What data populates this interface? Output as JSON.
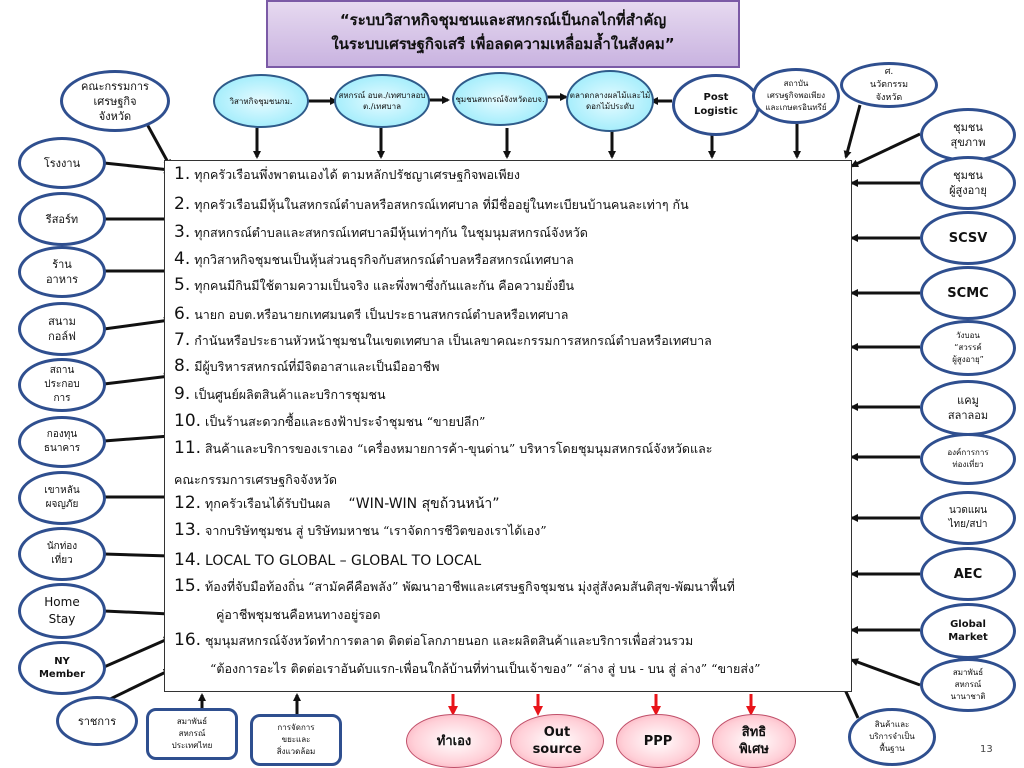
{
  "title": {
    "line1": "“ระบบวิสาหกิจชุมชนและสหกรณ์เป็นกลไกที่สำคัญ",
    "line2": "ในระบบเศรษฐกิจเสรี เพื่อลดความเหลื่อมล้ำในสังคม”"
  },
  "top_chain": [
    {
      "l1": "วิสาหกิจชุมชน",
      "l2": "กม."
    },
    {
      "l1": "สหกรณ์ อบต./",
      "l2": "เทศบาล",
      "l3": "อบต./เทศบาล"
    },
    {
      "l1": "ชุมชนสหกรณ์",
      "l2": "จังหวัด",
      "l3": "อบจ."
    },
    {
      "l1": "ตลาดกลาง",
      "l2": "ผลไม้และ",
      "l3": "ไม้ดอก",
      "l4": "ไม้ประดับ"
    }
  ],
  "top_right": {
    "post": {
      "l1": "Post",
      "l2": "Logistic"
    },
    "institute": {
      "l1": "สถาบัน",
      "l2": "เศรษฐกิจพอเพียง",
      "l3": "และเกษตรอินทรีย์"
    },
    "culture": {
      "l1": "ศ.",
      "l2": "นวัตกรรม",
      "l3": "จังหวัด"
    }
  },
  "left_nodes": [
    {
      "l1": "คณะกรรมการ",
      "l2": "เศรษฐกิจ",
      "l3": "จังหวัด"
    },
    {
      "l1": "โรงงาน"
    },
    {
      "l1": "รีสอร์ท"
    },
    {
      "l1": "ร้าน",
      "l2": "อาหาร"
    },
    {
      "l1": "สนาม",
      "l2": "กอล์ฟ"
    },
    {
      "l1": "สถาน",
      "l2": "ประกอบ",
      "l3": "การ"
    },
    {
      "l1": "กองทุน",
      "l2": "ธนาคาร"
    },
    {
      "l1": "เขาหลัน",
      "l2": "ผจญภัย"
    },
    {
      "l1": "นักท่อง",
      "l2": "เที่ยว"
    },
    {
      "l1": "Home",
      "l2": "Stay"
    },
    {
      "l1": "NY",
      "l2": "Member"
    },
    {
      "l1": "ราชการ"
    }
  ],
  "right_nodes": [
    {
      "l1": "ชุมชน",
      "l2": "สุขภาพ"
    },
    {
      "l1": "ชุมชน",
      "l2": "ผู้สูงอายุ"
    },
    {
      "l1": "SCSV"
    },
    {
      "l1": "SCMC"
    },
    {
      "l1": "วังบอน",
      "l2": "“สวรรค์",
      "l3": "ผู้สูงอายุ”"
    },
    {
      "l1": "แคมู",
      "l2": "สลาลอม"
    },
    {
      "l1": "องค์การการ",
      "l2": "ท่องเที่ยว"
    },
    {
      "l1": "นวดแผน",
      "l2": "ไทย/สปา"
    },
    {
      "l1": "AEC"
    },
    {
      "l1": "Global",
      "l2": "Market"
    },
    {
      "l1": "สมาพันธ์",
      "l2": "สหกรณ์",
      "l3": "นานาชาติ"
    },
    {
      "l1": "สินค้าและ",
      "l2": "บริการจำเป็น",
      "l3": "พื้นฐาน"
    }
  ],
  "bottom_boxes": [
    {
      "l1": "สมาพันธ์",
      "l2": "สหกรณ์",
      "l3": "ประเทศไทย"
    },
    {
      "l1": "การจัดการ",
      "l2": "ขยะและ",
      "l3": "สิ่งแวดล้อม"
    }
  ],
  "bottom_pink": [
    {
      "l1": "ทำเอง"
    },
    {
      "l1": "Out",
      "l2": "source"
    },
    {
      "l1": "PPP"
    },
    {
      "l1": "สิทธิ",
      "l2": "พิเศษ"
    }
  ],
  "items": [
    {
      "num": "1.",
      "text": "ทุกครัวเรือนพึ่งพาตนเองได้ ตามหลักปรัชญาเศรษฐกิจพอเพียง"
    },
    {
      "num": "2.",
      "text": "ทุกครัวเรือนมีหุ้นในสหกรณ์ตำบลหรือสหกรณ์เทศบาล ที่มีชื่ออยู่ในทะเบียนบ้านคนละเท่าๆ กัน"
    },
    {
      "num": "3.",
      "text": "ทุกสหกรณ์ตำบลและสหกรณ์เทศบาลมีหุ้นเท่าๆกัน ในชุมนุมสหกรณ์จังหวัด"
    },
    {
      "num": "4.",
      "text": "ทุกวิสาหกิจชุมชนเป็นหุ้นส่วนธุรกิจกับสหกรณ์ตำบลหรือสหกรณ์เทศบาล"
    },
    {
      "num": "5.",
      "text": "ทุกคนมีกินมีใช้ตามความเป็นจริง และพึ่งพาซึ่งกันและกัน คือความยั่งยืน"
    },
    {
      "num": "6.",
      "text": "นายก อบต.หรือนายกเทศมนตรี เป็นประธานสหกรณ์ตำบลหรือเทศบาล"
    },
    {
      "num": "7.",
      "text": "กำนันหรือประธานหัวหน้าชุมชนในเขตเทศบาล เป็นเลขาคณะกรรมการสหกรณ์ตำบลหรือเทศบาล"
    },
    {
      "num": "8.",
      "text": "มีผู้บริหารสหกรณ์ที่มีจิตอาสาและเป็นมืออาชีพ"
    },
    {
      "num": "9.",
      "text": "เป็นศูนย์ผลิตสินค้าและบริการชุมชน"
    },
    {
      "num": "10.",
      "text": "เป็นร้านสะดวกซื้อและธงฟ้าประจำชุมชน “ขายปลีก”"
    },
    {
      "num": "11.",
      "text": "สินค้าและบริการของเราเอง “เครื่องหมายการค้า-ขุนด่าน” บริหารโดยชุมนุมสหกรณ์จังหวัดและ",
      "cont": "คณะกรรมการเศรษฐกิจจังหวัด"
    },
    {
      "num": "12.",
      "text": "ทุกครัวเรือนได้รับปันผล",
      "extra": "“WIN-WIN สุขถ้วนหน้า”"
    },
    {
      "num": "13.",
      "text": "จากบริษัทชุมชน สู่ บริษัทมหาชน “เราจัดการชีวิตของเราได้เอง”"
    },
    {
      "num": "14.",
      "text": "LOCAL TO GLOBAL – GLOBAL TO LOCAL"
    },
    {
      "num": "15.",
      "text": "ท้องที่จับมือท้องถิ่น “สามัคคีคือพลัง” พัฒนาอาชีพและเศรษฐกิจชุมชน มุ่งสู่สังคมสันติสุข-พัฒนาพื้นที่",
      "cont": "คู่อาชีพชุมชนคือหนทางอยู่รอด"
    },
    {
      "num": "16.",
      "text": "ชุมนุมสหกรณ์จังหวัดทำการตลาด ติดต่อโลกภายนอก และผลิตสินค้าและบริการเพื่อส่วนรวม",
      "cont": "“ต้องการอะไร ติดต่อเราอันดับแรก-เพื่อนใกล้บ้านที่ท่านเป็นเจ้าของ” “ล่าง สู่ บน - บน สู่ ล่าง” “ขายส่ง”"
    }
  ],
  "page_number": "13",
  "colors": {
    "border": "#2f4f8f",
    "arrow": "#111111",
    "red_arrow": "#e8141a"
  }
}
